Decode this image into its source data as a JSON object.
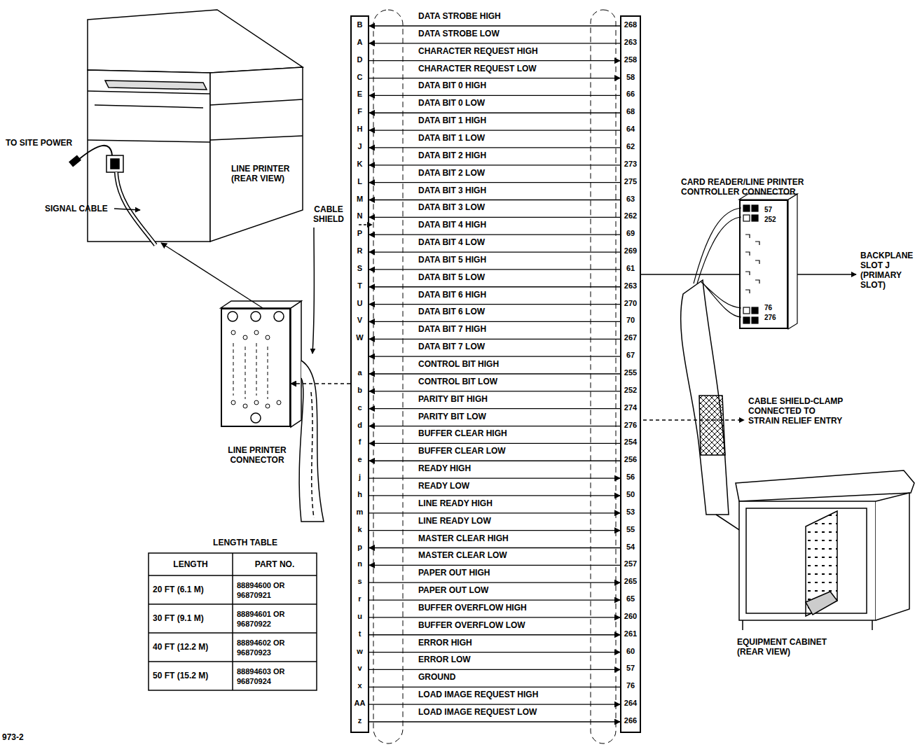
{
  "diagram": {
    "nodes": [
      {
        "text": [
          "LINE PRINTER (REAR VIEW)"
        ]
      },
      {
        "text": [
          "LINE PRINTER CONNECTOR"
        ]
      },
      {
        "text": [
          "B",
          "A",
          "D",
          "C",
          "E",
          "F",
          "H",
          "J",
          "K",
          "L",
          "M",
          "N",
          "P",
          "R",
          "S",
          "T",
          "U",
          "V",
          "W",
          "a",
          "b",
          "c",
          "d",
          "f",
          "e",
          "j",
          "h",
          "m",
          "k",
          "p",
          "n",
          "s",
          "r",
          "u",
          "t",
          "w",
          "v",
          "x",
          "AA",
          "z"
        ]
      },
      {
        "text": [
          "268",
          "263",
          "258",
          "58",
          "66",
          "68",
          "64",
          "62",
          "273",
          "275",
          "63",
          "262",
          "69",
          "269",
          "61",
          "263",
          "270",
          "70",
          "267",
          "67",
          "255",
          "252",
          "274",
          "276",
          "254",
          "256",
          "56",
          "50",
          "53",
          "55",
          "54",
          "257",
          "265",
          "65",
          "260",
          "261",
          "60",
          "57",
          "76",
          "264",
          "266"
        ]
      },
      {
        "text": [
          "CARD READER/LINE PRINTER CONTROLLER CONNECTOR",
          "57",
          "252",
          "76",
          "276"
        ]
      },
      {
        "text": [
          "EQUIPMENT CABINET (REAR VIEW)"
        ]
      }
    ],
    "edges": [
      {
        "from": 3,
        "to": 2,
        "arrow": "to",
        "label": "DATA STROBE HIGH"
      },
      {
        "from": 3,
        "to": 2,
        "arrow": "to",
        "label": "DATA STROBE LOW"
      },
      {
        "from": 2,
        "to": 3,
        "arrow": "to",
        "label": "CHARACTER REQUEST HIGH"
      },
      {
        "from": 2,
        "to": 3,
        "arrow": "to",
        "label": "CHARACTER REQUEST LOW"
      },
      {
        "from": 3,
        "to": 2,
        "arrow": "to",
        "label": "DATA BIT 0 HIGH"
      },
      {
        "from": 3,
        "to": 2,
        "arrow": "to",
        "label": "DATA BIT 0 LOW"
      },
      {
        "from": 3,
        "to": 2,
        "arrow": "to",
        "label": "DATA BIT 1 HIGH"
      },
      {
        "from": 3,
        "to": 2,
        "arrow": "to",
        "label": "DATA BIT 1 LOW"
      },
      {
        "from": 3,
        "to": 2,
        "arrow": "to",
        "label": "DATA BIT 2 HIGH"
      },
      {
        "from": 3,
        "to": 2,
        "arrow": "to",
        "label": "DATA BIT 2 LOW"
      },
      {
        "from": 3,
        "to": 2,
        "arrow": "to",
        "label": "DATA BIT 3 HIGH"
      },
      {
        "from": 3,
        "to": 2,
        "arrow": "to",
        "label": "DATA BIT 3 LOW"
      },
      {
        "from": 3,
        "to": 2,
        "arrow": "to",
        "label": "DATA BIT 4 HIGH"
      },
      {
        "from": 3,
        "to": 2,
        "arrow": "to",
        "label": "DATA BIT 4 LOW"
      },
      {
        "from": 3,
        "to": 2,
        "arrow": "to",
        "label": "DATA BIT 5 HIGH"
      },
      {
        "from": 3,
        "to": 2,
        "arrow": "to",
        "label": "DATA BIT 5 LOW"
      },
      {
        "from": 3,
        "to": 2,
        "arrow": "to",
        "label": "DATA BIT 6 HIGH"
      },
      {
        "from": 3,
        "to": 2,
        "arrow": "to",
        "label": "DATA BIT 6 LOW"
      },
      {
        "from": 3,
        "to": 2,
        "arrow": "to",
        "label": "DATA BIT 7 HIGH"
      },
      {
        "from": 3,
        "to": 2,
        "arrow": "to",
        "label": "DATA BIT 7 LOW"
      },
      {
        "from": 3,
        "to": 2,
        "arrow": "to",
        "label": "CONTROL BIT HIGH"
      },
      {
        "from": 3,
        "to": 2,
        "arrow": "to",
        "label": "CONTROL BIT LOW"
      },
      {
        "from": 3,
        "to": 2,
        "arrow": "to",
        "label": "PARITY BIT HIGH"
      },
      {
        "from": 3,
        "to": 2,
        "arrow": "to",
        "label": "PARITY BIT LOW"
      },
      {
        "from": 3,
        "to": 2,
        "arrow": "to",
        "label": "BUFFER CLEAR HIGH"
      },
      {
        "from": 3,
        "to": 2,
        "arrow": "to",
        "label": "BUFFER CLEAR LOW"
      },
      {
        "from": 2,
        "to": 3,
        "arrow": "to",
        "label": "READY HIGH"
      },
      {
        "from": 2,
        "to": 3,
        "arrow": "to",
        "label": "READY LOW"
      },
      {
        "from": 2,
        "to": 3,
        "arrow": "to",
        "label": "LINE READY HIGH"
      },
      {
        "from": 2,
        "to": 3,
        "arrow": "to",
        "label": "LINE READY LOW"
      },
      {
        "from": 3,
        "to": 2,
        "arrow": "to",
        "label": "MASTER CLEAR HIGH"
      },
      {
        "from": 3,
        "to": 2,
        "arrow": "to",
        "label": "MASTER CLEAR LOW"
      },
      {
        "from": 2,
        "to": 3,
        "arrow": "to",
        "label": "PAPER OUT HIGH"
      },
      {
        "from": 2,
        "to": 3,
        "arrow": "to",
        "label": "PAPER OUT LOW"
      },
      {
        "from": 2,
        "to": 3,
        "arrow": "to",
        "label": "BUFFER OVERFLOW HIGH"
      },
      {
        "from": 2,
        "to": 3,
        "arrow": "to",
        "label": "BUFFER OVERFLOW LOW"
      },
      {
        "from": 2,
        "to": 3,
        "arrow": "to",
        "label": "ERROR HIGH"
      },
      {
        "from": 2,
        "to": 3,
        "arrow": "to",
        "label": "ERROR LOW"
      },
      {
        "from": 2,
        "to": 3,
        "arrow": "none",
        "label": "GROUND"
      },
      {
        "from": 2,
        "to": 3,
        "arrow": "to",
        "label": "LOAD IMAGE REQUEST HIGH"
      },
      {
        "from": 2,
        "to": 3,
        "arrow": "to",
        "label": "LOAD IMAGE REQUEST LOW"
      },
      {
        "from": 2,
        "to": 1,
        "arrow": "to"
      },
      {
        "from": 1,
        "to": 0,
        "arrow": "to"
      },
      {
        "from": 3,
        "to": 4,
        "arrow": "none"
      }
    ],
    "labels": [
      "TO SITE POWER",
      "SIGNAL CABLE",
      "CABLE SHIELD",
      "BACKPLANE SLOT J (PRIMARY SLOT)",
      "CABLE SHIELD-CLAMP CONNECTED TO STRAIN RELIEF ENTRY",
      "LENGTH TABLE",
      "LENGTH",
      "PART NO.",
      "20 FT (6.1 M)",
      "88894600 OR 96870921",
      "30 FT (9.1 M)",
      "88894601 OR 96870922",
      "40 FT (12.2 M)",
      "88894602 OR 96870923",
      "50 FT (15.2 M)",
      "88894603 OR 96870924",
      "973-2"
    ]
  }
}
